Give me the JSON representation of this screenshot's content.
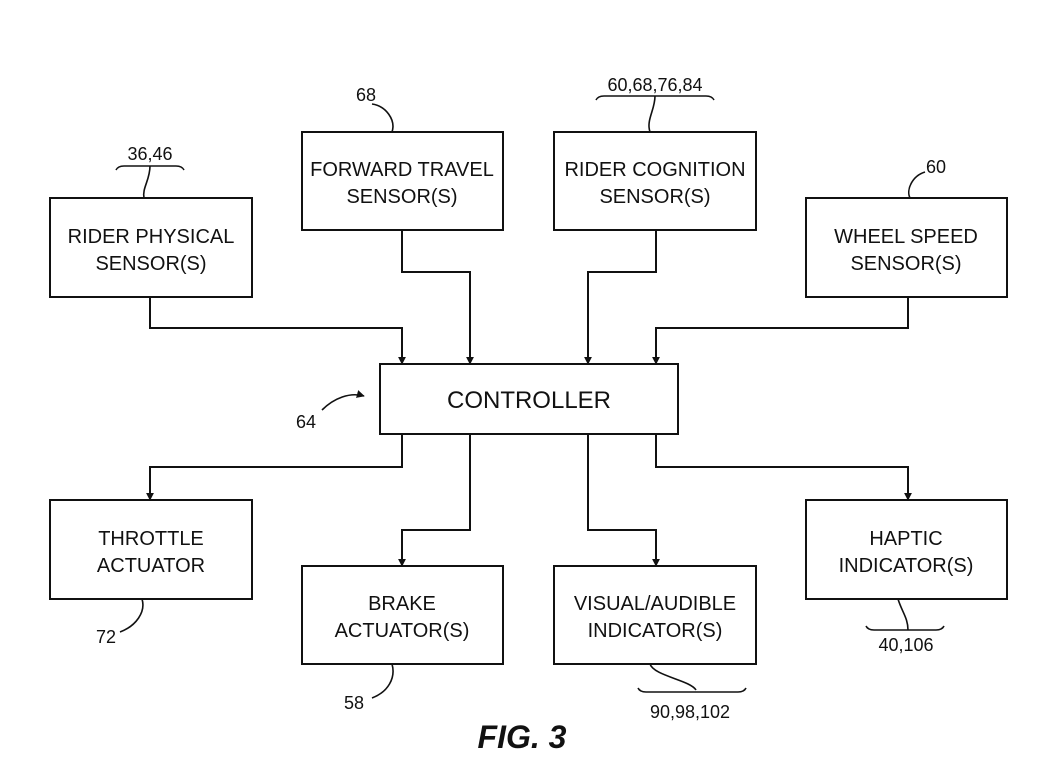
{
  "blocks": {
    "rider_physical": [
      "RIDER PHYSICAL",
      "SENSOR(S)"
    ],
    "forward_travel": [
      "FORWARD TRAVEL",
      "SENSOR(S)"
    ],
    "rider_cognition": [
      "RIDER COGNITION",
      "SENSOR(S)"
    ],
    "wheel_speed": [
      "WHEEL SPEED",
      "SENSOR(S)"
    ],
    "controller": "CONTROLLER",
    "throttle": [
      "THROTTLE",
      "ACTUATOR"
    ],
    "brake": [
      "BRAKE",
      "ACTUATOR(S)"
    ],
    "visual_audible": [
      "VISUAL/AUDIBLE",
      "INDICATOR(S)"
    ],
    "haptic": [
      "HAPTIC",
      "INDICATOR(S)"
    ]
  },
  "refs": {
    "rider_physical": "36,46",
    "forward_travel": "68",
    "rider_cognition": "60,68,76,84",
    "wheel_speed": "60",
    "controller": "64",
    "throttle": "72",
    "brake": "58",
    "visual_audible": "90,98,102",
    "haptic": "40,106"
  },
  "figure_label": "FIG. 3"
}
